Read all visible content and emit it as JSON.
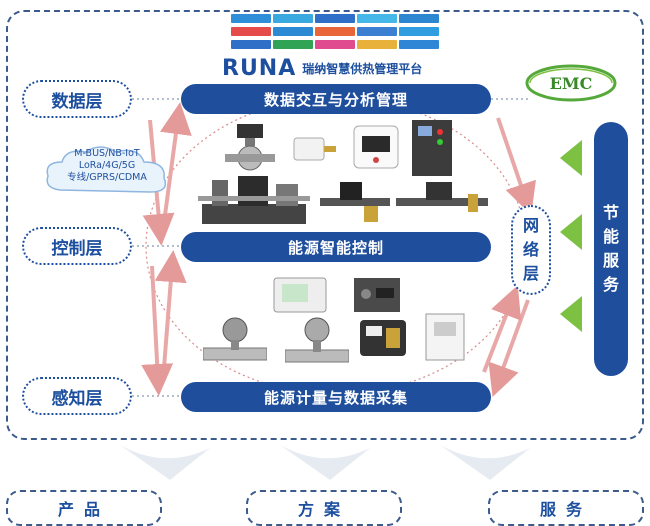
{
  "header": {
    "brand": "RUNA",
    "platform": "瑞纳智慧供热管理平台"
  },
  "layers": [
    "数据层",
    "控制层",
    "感知层"
  ],
  "bars": [
    "数据交互与分析管理",
    "能源智能控制",
    "能源计量与数据采集"
  ],
  "network": {
    "lines": [
      "M-BUS/NB-IoT",
      "LoRa/4G/5G",
      "专线/GPRS/CDMA"
    ],
    "label": [
      "网",
      "络",
      "层"
    ]
  },
  "emc": "EMC",
  "energy_service": [
    "节",
    "能",
    "服",
    "务"
  ],
  "bottom": [
    "产品",
    "方案",
    "服务"
  ],
  "colors": {
    "primary": "#1f4f9c",
    "accent_green": "#7cc142",
    "arrow_red": "#e5a0a0"
  }
}
